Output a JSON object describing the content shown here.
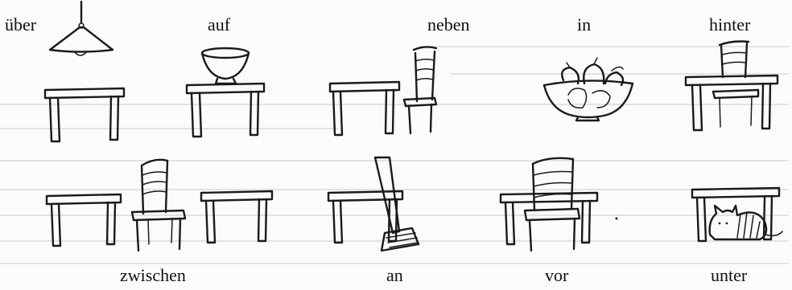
{
  "labels": {
    "uber": "über",
    "auf": "auf",
    "neben": "neben",
    "in": "in",
    "hinter": "hinter",
    "zwischen": "zwischen",
    "an": "an",
    "vor": "vor",
    "unter": "unter"
  },
  "illustrations": [
    "lamp-above-table",
    "bowl-on-table",
    "chair-beside-table",
    "fruit-in-bowl",
    "chair-behind-table",
    "chair-between-tables",
    "broom-against-table",
    "chair-in-front-of-table",
    "cat-under-table"
  ]
}
